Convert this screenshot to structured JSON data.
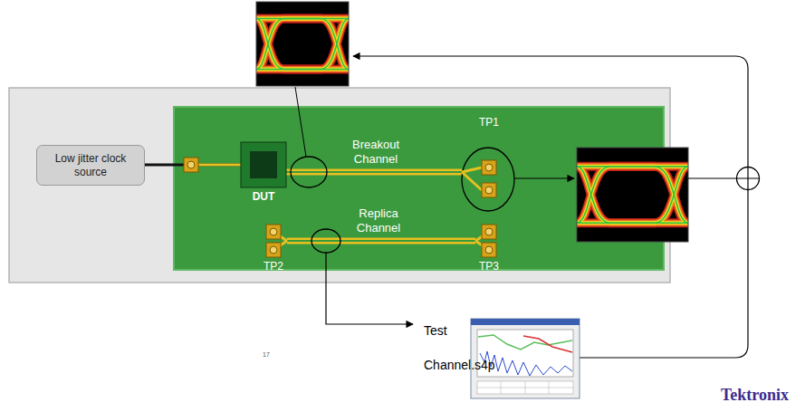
{
  "diagram": {
    "nodes": [
      {
        "text": [
          "Low jitter clock source"
        ]
      },
      {
        "text": [
          "DUT"
        ]
      },
      {
        "text": [
          "TP1"
        ]
      },
      {
        "text": [
          "TP2"
        ]
      },
      {
        "text": [
          "TP3"
        ]
      }
    ],
    "edges": [
      {
        "from": 0,
        "to": 1,
        "arrow": "none"
      },
      {
        "from": 1,
        "to": 2,
        "label": "Breakout Channel",
        "arrow": "none"
      },
      {
        "from": 3,
        "to": 4,
        "label": "Replica Channel",
        "arrow": "none"
      }
    ],
    "labels": [
      "Test Channel.s4p",
      "17",
      "Tektronix"
    ]
  }
}
